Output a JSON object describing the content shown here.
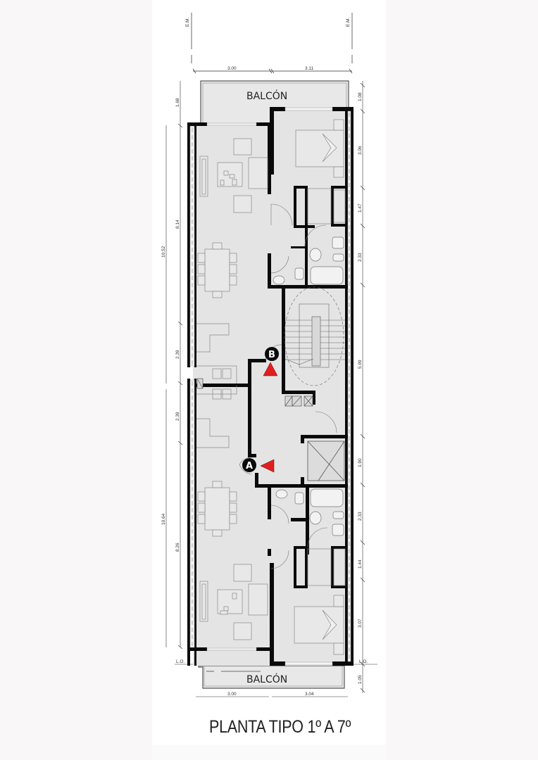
{
  "plan": {
    "title": "PLANTA TIPO 1º A 7º",
    "top_balcony_label": "BALCÓN",
    "bottom_balcony_label": "BALCÓN",
    "reference_top_left": "E.M.",
    "reference_top_right": "E.M.",
    "reference_bottom_left": "L.O.",
    "reference_bottom_right": "L.O.",
    "markers": [
      {
        "id": "A",
        "label": "A",
        "color": "#e02020"
      },
      {
        "id": "B",
        "label": "B",
        "color": "#e02020"
      }
    ]
  },
  "dimensions": {
    "top": [
      "3.00",
      "3.11"
    ],
    "bottom": [
      "3.00",
      "3.04"
    ],
    "left_inner": [
      "1.68",
      "8.14",
      "2.39",
      "2.39",
      "8.26"
    ],
    "left_outer": [
      "10.52",
      "10.64"
    ],
    "right": [
      "1.08",
      "3.06",
      "1.47",
      "2.33",
      "5.99",
      "1.90",
      "2.33",
      "1.44",
      "3.07",
      "1.05"
    ]
  },
  "colors": {
    "wall": "#0a0a0a",
    "floor": "#e4e4e4",
    "balcony": "#e8e8e8",
    "furniture_line": "#8a8a8a",
    "marker_red": "#e02020"
  }
}
